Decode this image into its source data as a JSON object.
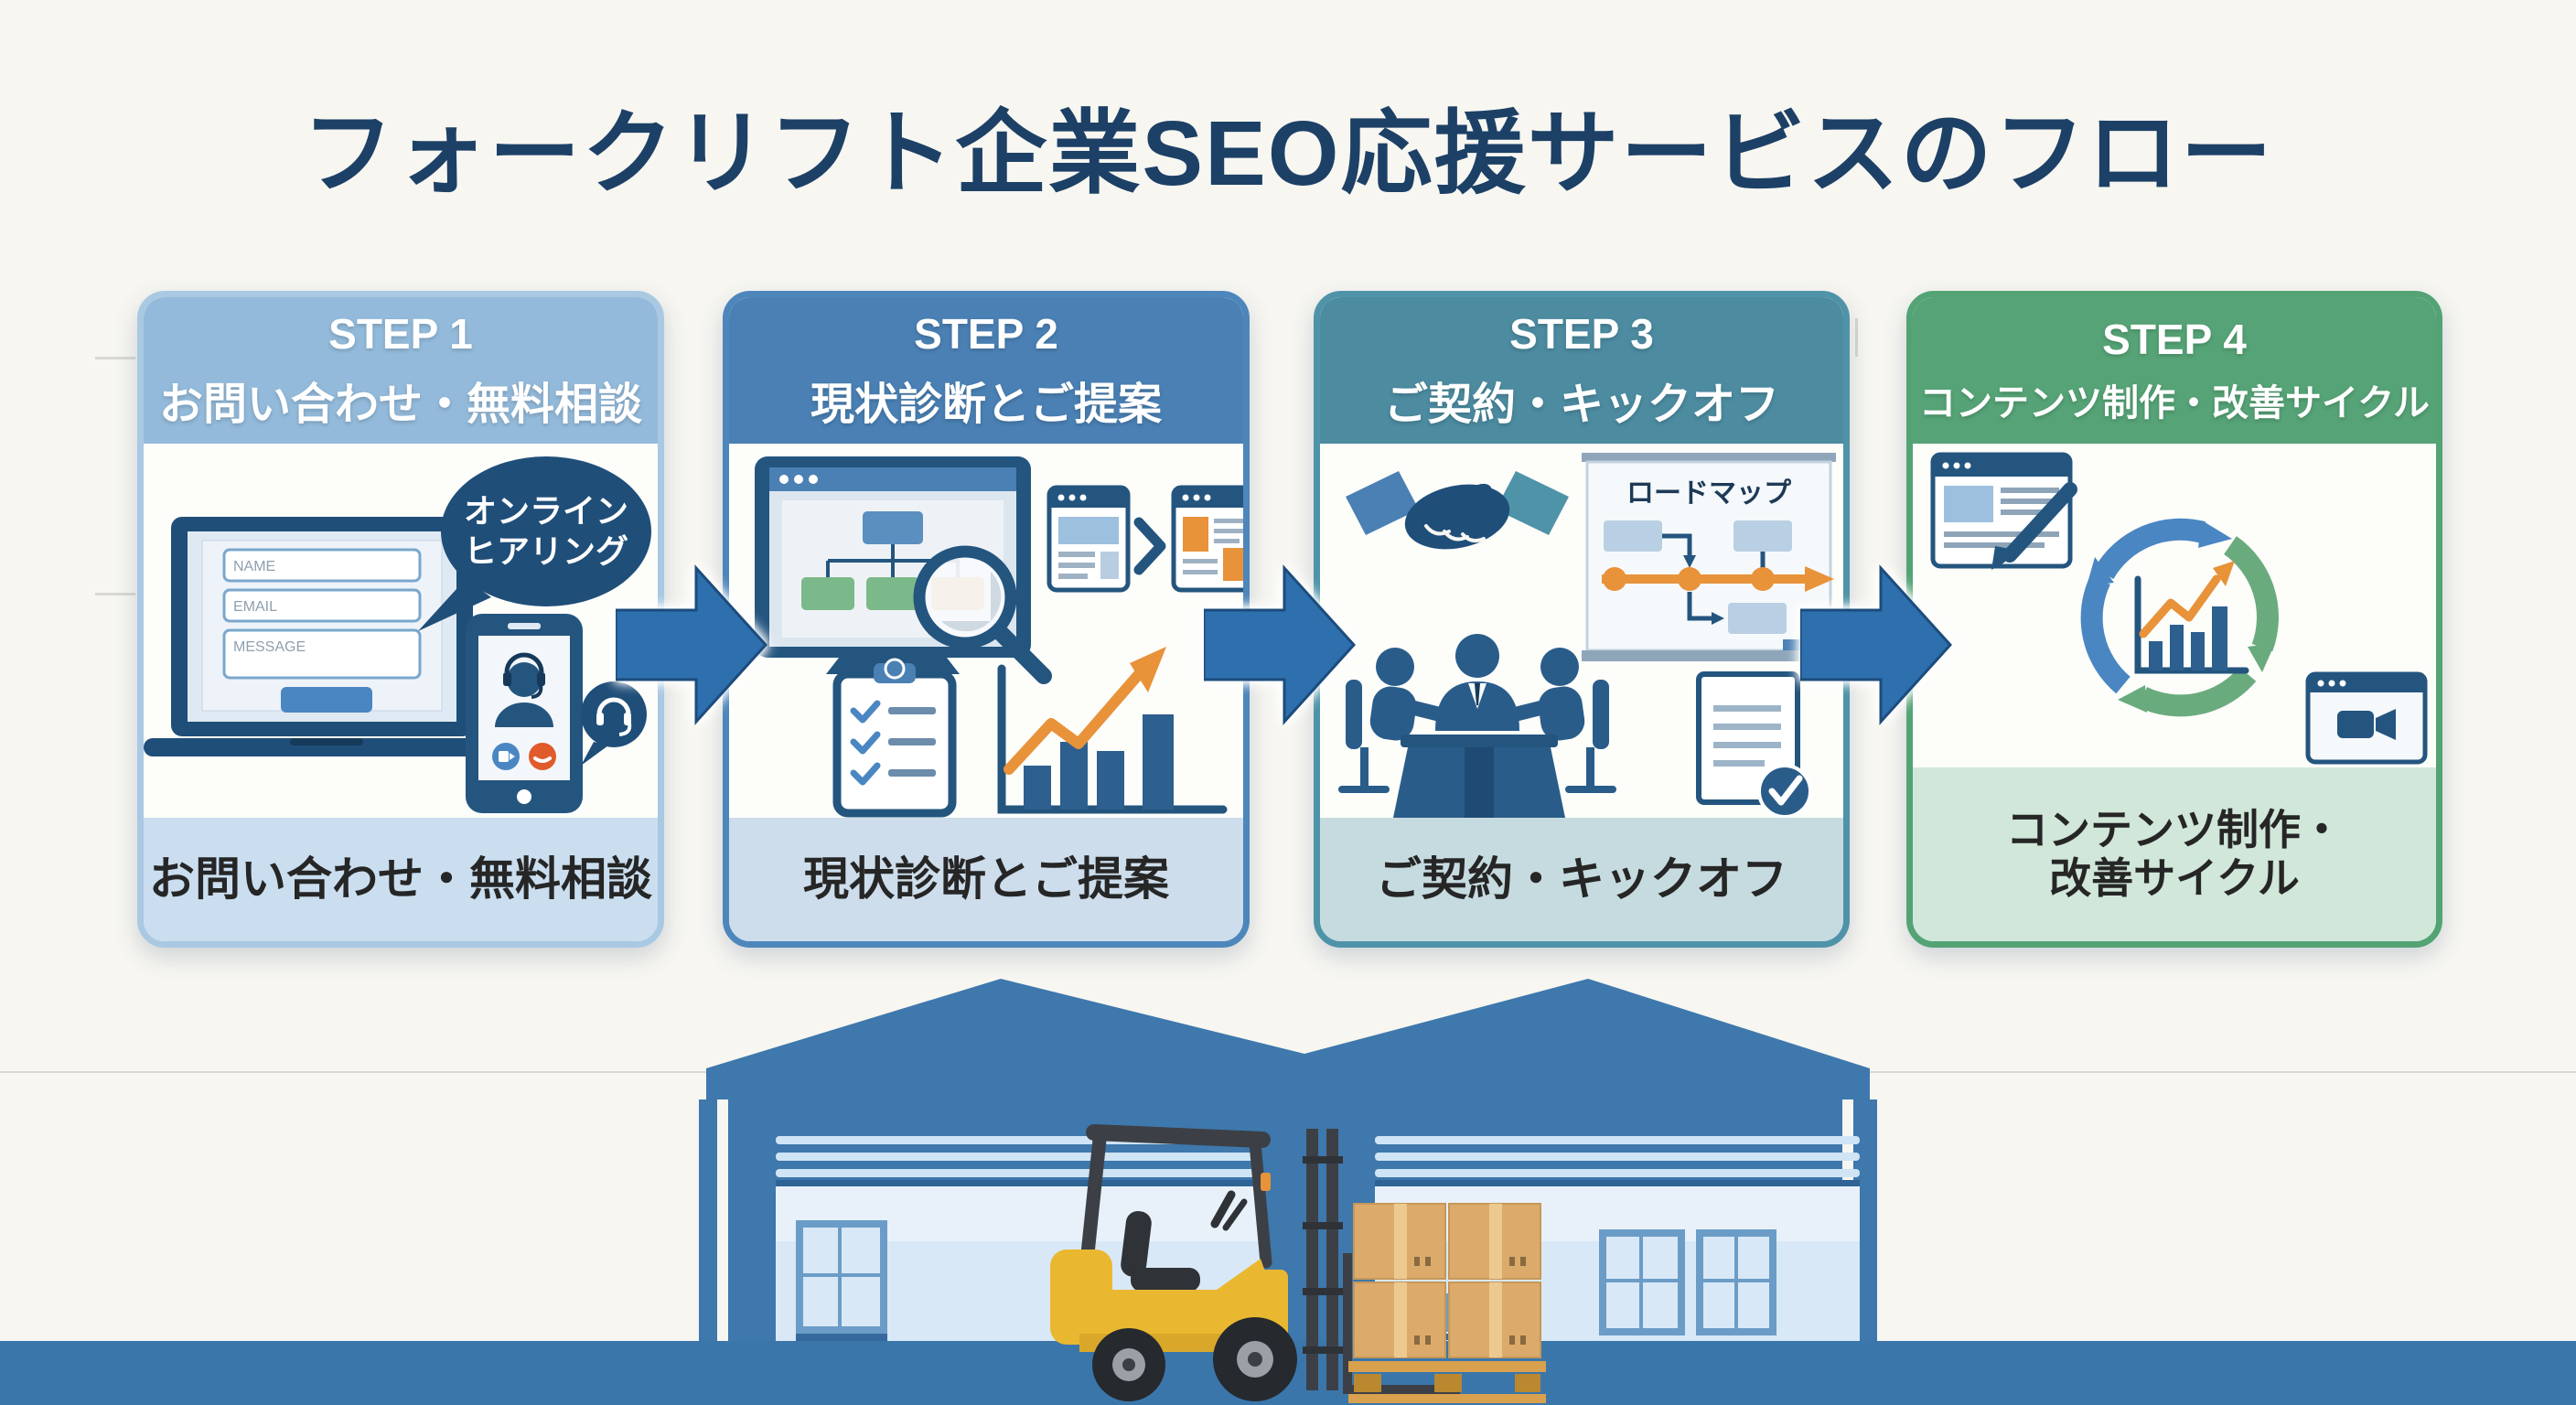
{
  "page": {
    "title": "フォークリフト企業SEO応援サービスのフロー",
    "background_color": "#f7f6f1",
    "title_color": "#1d4066",
    "arrow_color": "#2e6fad",
    "ground_color": "#3b76ab"
  },
  "steps": [
    {
      "label": "STEP 1",
      "title": "お問い合わせ・無料相談",
      "footer": "お問い合わせ・無料相談",
      "header_color": "#93bada",
      "footer_color": "#cadeef",
      "frame_color": "#a9c9e3",
      "bubble_line1": "オンライン",
      "bubble_line2": "ヒアリング",
      "form_fields": [
        "NAME",
        "EMAIL",
        "MESSAGE"
      ],
      "icons": [
        "laptop-contact-form-icon",
        "speech-bubble-icon",
        "video-call-phone-icon",
        "headset-bubble-icon"
      ]
    },
    {
      "label": "STEP 2",
      "title": "現状診断とご提案",
      "footer": "現状診断とご提案",
      "header_color": "#4a80b4",
      "footer_color": "#cdddeb",
      "frame_color": "#4d86bb",
      "icons": [
        "site-audit-monitor-icon",
        "magnifier-icon",
        "page-before-after-icon",
        "checklist-clipboard-icon",
        "growth-chart-icon"
      ]
    },
    {
      "label": "STEP 3",
      "title": "ご契約・キックオフ",
      "footer": "ご契約・キックオフ",
      "header_color": "#4c8ba0",
      "footer_color": "#c6dbdf",
      "frame_color": "#4f93a8",
      "board_title": "ロードマップ",
      "icons": [
        "handshake-icon",
        "roadmap-board-icon",
        "kickoff-meeting-icon",
        "signed-document-icon"
      ]
    },
    {
      "label": "STEP 4",
      "title": "コンテンツ制作・改善サイクル",
      "footer_line1": "コンテンツ制作・",
      "footer_line2": "改善サイクル",
      "header_color": "#55a376",
      "footer_color": "#d0e7d9",
      "frame_color": "#53a375",
      "icons": [
        "content-writing-icon",
        "improvement-cycle-icon",
        "analytics-chart-icon",
        "video-content-icon"
      ]
    }
  ],
  "scene": {
    "name": "warehouse-with-forklift",
    "warehouse_color": "#3e78ac",
    "door_color": "#d9e8f6",
    "forklift_color": "#eab830",
    "box_color": "#dcab6b",
    "accent_orange": "#e8923a",
    "accent_green": "#6aab7e",
    "icon_navy": "#24557f"
  }
}
